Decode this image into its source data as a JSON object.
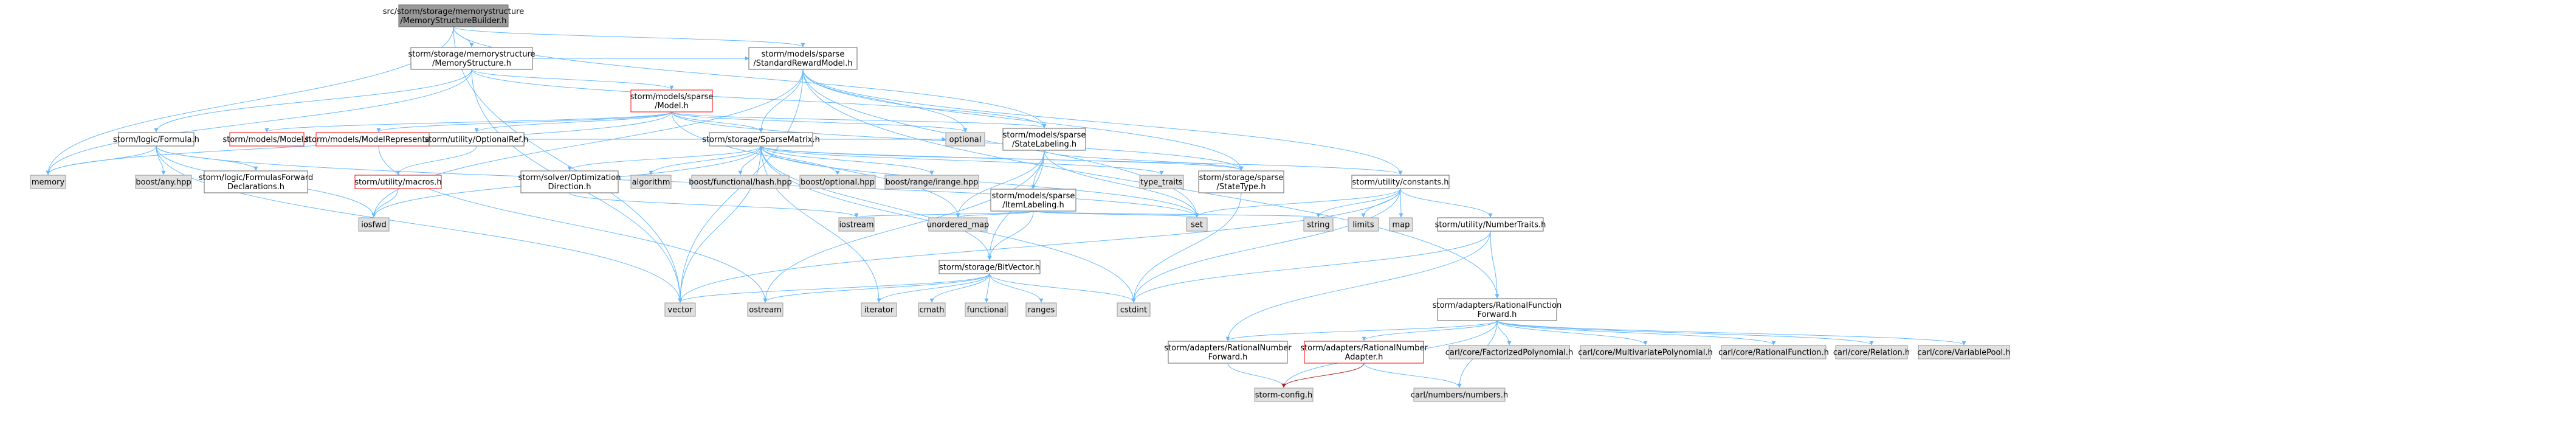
{
  "colors": {
    "root_fill": "#999999",
    "root_stroke": "#666666",
    "white_fill": "#ffffff",
    "white_stroke": "#666666",
    "red_stroke": "#ff0000",
    "gray_fill": "#e0e0e0",
    "gray_stroke": "#999999",
    "edge": "#63b8ff",
    "edge_warn": "#b22222"
  },
  "nodes": [
    {
      "id": "root",
      "lines": [
        "src/storm/storage/memorystructure",
        "/MemoryStructureBuilder.h"
      ],
      "kind": "root"
    },
    {
      "id": "memstruct",
      "lines": [
        "storm/storage/memorystructure",
        "/MemoryStructure.h"
      ],
      "kind": "white"
    },
    {
      "id": "stdreward",
      "lines": [
        "storm/models/sparse",
        "/StandardRewardModel.h"
      ],
      "kind": "white"
    },
    {
      "id": "sparsemodel",
      "lines": [
        "storm/models/sparse",
        "/Model.h"
      ],
      "kind": "red"
    },
    {
      "id": "formula",
      "lines": [
        "storm/logic/Formula.h"
      ],
      "kind": "white"
    },
    {
      "id": "modelh",
      "lines": [
        "storm/models/Model.h"
      ],
      "kind": "red"
    },
    {
      "id": "modelrep",
      "lines": [
        "storm/models/ModelRepresentation.h"
      ],
      "kind": "red"
    },
    {
      "id": "optref",
      "lines": [
        "storm/utility/OptionalRef.h"
      ],
      "kind": "white"
    },
    {
      "id": "sparsematrix",
      "lines": [
        "storm/storage/SparseMatrix.h"
      ],
      "kind": "white"
    },
    {
      "id": "optional",
      "lines": [
        "optional"
      ],
      "kind": "gray"
    },
    {
      "id": "statelabeling",
      "lines": [
        "storm/models/sparse",
        "/StateLabeling.h"
      ],
      "kind": "white"
    },
    {
      "id": "memory",
      "lines": [
        "memory"
      ],
      "kind": "gray"
    },
    {
      "id": "boostany",
      "lines": [
        "boost/any.hpp"
      ],
      "kind": "gray"
    },
    {
      "id": "formulasfwd",
      "lines": [
        "storm/logic/FormulasForward",
        "Declarations.h"
      ],
      "kind": "white"
    },
    {
      "id": "macros",
      "lines": [
        "storm/utility/macros.h"
      ],
      "kind": "red"
    },
    {
      "id": "iosfwd",
      "lines": [
        "iosfwd"
      ],
      "kind": "gray"
    },
    {
      "id": "optdir",
      "lines": [
        "storm/solver/Optimization",
        "Direction.h"
      ],
      "kind": "white"
    },
    {
      "id": "algorithm",
      "lines": [
        "algorithm"
      ],
      "kind": "gray"
    },
    {
      "id": "boostfunc",
      "lines": [
        "boost/functional/hash.hpp"
      ],
      "kind": "gray"
    },
    {
      "id": "boostopt",
      "lines": [
        "boost/optional.hpp"
      ],
      "kind": "gray"
    },
    {
      "id": "boostrange",
      "lines": [
        "boost/range/irange.hpp"
      ],
      "kind": "gray"
    },
    {
      "id": "itemlabeling",
      "lines": [
        "storm/models/sparse",
        "/ItemLabeling.h"
      ],
      "kind": "white"
    },
    {
      "id": "typetraits",
      "lines": [
        "type_traits"
      ],
      "kind": "gray"
    },
    {
      "id": "statetype",
      "lines": [
        "storm/storage/sparse",
        "/StateType.h"
      ],
      "kind": "white"
    },
    {
      "id": "constants",
      "lines": [
        "storm/utility/constants.h"
      ],
      "kind": "white"
    },
    {
      "id": "iostream",
      "lines": [
        "iostream"
      ],
      "kind": "gray"
    },
    {
      "id": "unorderedmap",
      "lines": [
        "unordered_map"
      ],
      "kind": "gray"
    },
    {
      "id": "set",
      "lines": [
        "set"
      ],
      "kind": "gray"
    },
    {
      "id": "string",
      "lines": [
        "string"
      ],
      "kind": "gray"
    },
    {
      "id": "limits",
      "lines": [
        "limits"
      ],
      "kind": "gray"
    },
    {
      "id": "map",
      "lines": [
        "map"
      ],
      "kind": "gray"
    },
    {
      "id": "numbertraits",
      "lines": [
        "storm/utility/NumberTraits.h"
      ],
      "kind": "white"
    },
    {
      "id": "bitvector",
      "lines": [
        "storm/storage/BitVector.h"
      ],
      "kind": "white"
    },
    {
      "id": "vector",
      "lines": [
        "vector"
      ],
      "kind": "gray"
    },
    {
      "id": "ostream",
      "lines": [
        "ostream"
      ],
      "kind": "gray"
    },
    {
      "id": "iterator",
      "lines": [
        "iterator"
      ],
      "kind": "gray"
    },
    {
      "id": "cmath",
      "lines": [
        "cmath"
      ],
      "kind": "gray"
    },
    {
      "id": "functional",
      "lines": [
        "functional"
      ],
      "kind": "gray"
    },
    {
      "id": "ranges",
      "lines": [
        "ranges"
      ],
      "kind": "gray"
    },
    {
      "id": "cstdint",
      "lines": [
        "cstdint"
      ],
      "kind": "gray"
    },
    {
      "id": "ratfuncfwd",
      "lines": [
        "storm/adapters/RationalFunction",
        "Forward.h"
      ],
      "kind": "white"
    },
    {
      "id": "ratnumfwd",
      "lines": [
        "storm/adapters/RationalNumber",
        "Forward.h"
      ],
      "kind": "white"
    },
    {
      "id": "ratnumadapter",
      "lines": [
        "storm/adapters/RationalNumber",
        "Adapter.h"
      ],
      "kind": "red"
    },
    {
      "id": "factpoly",
      "lines": [
        "carl/core/FactorizedPolynomial.h"
      ],
      "kind": "gray"
    },
    {
      "id": "multipoly",
      "lines": [
        "carl/core/MultivariatePolynomial.h"
      ],
      "kind": "gray"
    },
    {
      "id": "ratfunc",
      "lines": [
        "carl/core/RationalFunction.h"
      ],
      "kind": "gray"
    },
    {
      "id": "relation",
      "lines": [
        "carl/core/Relation.h"
      ],
      "kind": "gray"
    },
    {
      "id": "varpool",
      "lines": [
        "carl/core/VariablePool.h"
      ],
      "kind": "gray"
    },
    {
      "id": "stormconfig",
      "lines": [
        "storm-config.h"
      ],
      "kind": "gray"
    },
    {
      "id": "carlnumbers",
      "lines": [
        "carl/numbers/numbers.h"
      ],
      "kind": "gray"
    }
  ]
}
